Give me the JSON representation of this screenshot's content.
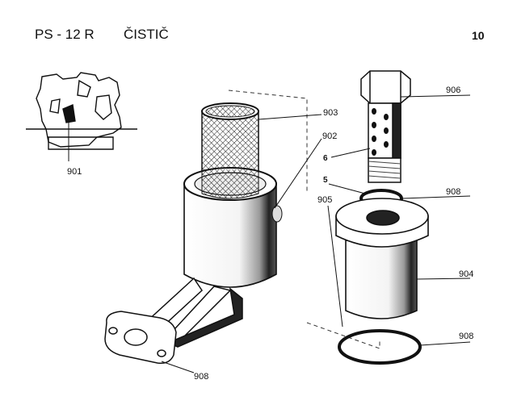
{
  "header": {
    "model": "PS - 12 R",
    "section": "ČISTIČ",
    "page_number": "10"
  },
  "callouts": {
    "c901": "901",
    "c902": "902",
    "c903": "903",
    "c904": "904",
    "c905": "905",
    "c906": "906",
    "c908a": "908",
    "c908b": "908",
    "c908c": "908",
    "c5": "5",
    "c6": "6"
  }
}
